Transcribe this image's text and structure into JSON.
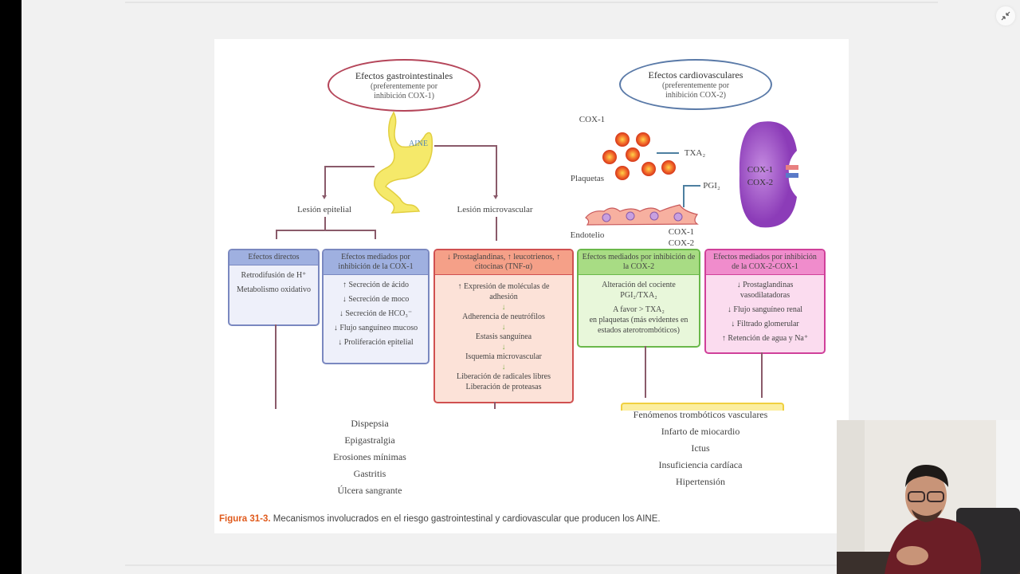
{
  "viewer": {
    "exit_fullscreen_icon": "exit-fullscreen-icon"
  },
  "figure": {
    "gi_ellipse": {
      "title": "Efectos gastrointestinales",
      "sub1": "(preferentemente por",
      "sub2": "inhibición COX-1)",
      "border_color": "#b5465a"
    },
    "cv_ellipse": {
      "title": "Efectos cardiovasculares",
      "sub1": "(preferentemente por",
      "sub2": "inhibición COX-2)",
      "border_color": "#5a7aa8"
    },
    "stomach_label": "AINE",
    "lesion_epitelial": "Lesión epitelial",
    "lesion_microvascular": "Lesión microvascular",
    "cv_labels": {
      "cox1": "COX-1",
      "txa2": "TXA₂",
      "plaquetas": "Plaquetas",
      "pgi2": "PGI₂",
      "endotelio": "Endotelio",
      "endo_cox1": "COX-1",
      "endo_cox2": "COX-2",
      "kidney_cox1": "COX-1",
      "kidney_cox2": "COX-2"
    },
    "boxes": [
      {
        "head": "Efectos directos",
        "items": [
          "Retrodifusión de H⁺",
          "Metabolismo oxidativo"
        ],
        "color": "#8fa2d8"
      },
      {
        "head": "Efectos mediados por inhibición de la COX-1",
        "items": [
          "↑ Secreción de ácido",
          "↓ Secreción de moco",
          "↓ Secreción de HCO₃⁻",
          "↓ Flujo sanguíneo mucoso",
          "↓ Proliferación epitelial"
        ],
        "color": "#8fa2d8"
      },
      {
        "head": "↓ Prostaglandinas, ↑ leucotrienos, ↑ citocinas (TNF-α)",
        "items": [
          "↑ Expresión de moléculas de adhesión",
          "Adherencia de neutrófilos",
          "Estasis sanguínea",
          "Isquemia microvascular",
          "Liberación de radicales libres",
          "Liberación de proteasas"
        ],
        "color": "#f09a80"
      },
      {
        "head": "Efectos mediados por inhibición de la COX-2",
        "items": [
          "Alteración del cociente PGI₂/TXA₂",
          "A favor > TXA₂",
          "en plaquetas (más evidentes en estados aterotrombóticos)"
        ],
        "color": "#9fd67a"
      },
      {
        "head": "Efectos mediados por inhibición de la COX-2-COX-1",
        "items": [
          "↓ Prostaglandinas vasodilatadoras",
          "↓ Flujo sanguíneo renal",
          "↓ Filtrado glomerular",
          "↑ Retención de agua y Na⁺"
        ],
        "color": "#ec7ac4"
      }
    ],
    "gi_outcomes": [
      "Dispepsia",
      "Epigastralgia",
      "Erosiones mínimas",
      "Gastritis",
      "Úlcera sangrante"
    ],
    "cv_outcomes": [
      "Fenómenos trombóticos vasculares",
      "Infarto de miocardio",
      "Ictus",
      "Insuficiencia cardíaca",
      "Hipertensión"
    ],
    "caption_label": "Figura 31-3.",
    "caption_text": "Mecanismos involucrados en el riesgo gastrointestinal y cardiovascular que producen los AINE."
  },
  "webcam": {
    "description": "presenter-video"
  }
}
